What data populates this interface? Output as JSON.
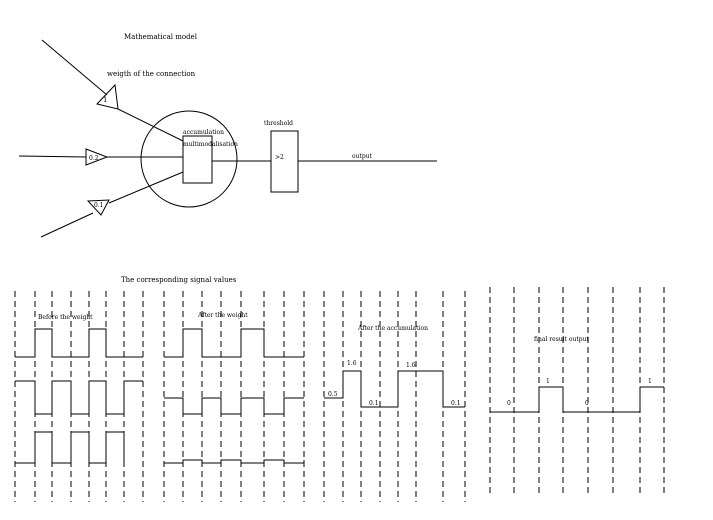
{
  "model": {
    "title": "Mathematical model",
    "weight_caption": "weigth of the connection",
    "weights": [
      "1",
      "0.2",
      "0.1"
    ],
    "accumulation_label_line1": "accumulation",
    "accumulation_label_line2": "multimodalisation",
    "threshold_label": "threshold",
    "threshold_value": ">2",
    "output_label": "output"
  },
  "signals": {
    "title": "The corresponding signal values",
    "before_weight": "Before the weight",
    "after_weight": "After the weight",
    "after_accumulation": "After the accumulation",
    "final_output": "final result output",
    "accumulation_values": [
      "0.5",
      "1.6",
      "0.1",
      "1.6",
      "0.1"
    ],
    "output_values": [
      "0",
      "1",
      "0",
      "1"
    ]
  }
}
